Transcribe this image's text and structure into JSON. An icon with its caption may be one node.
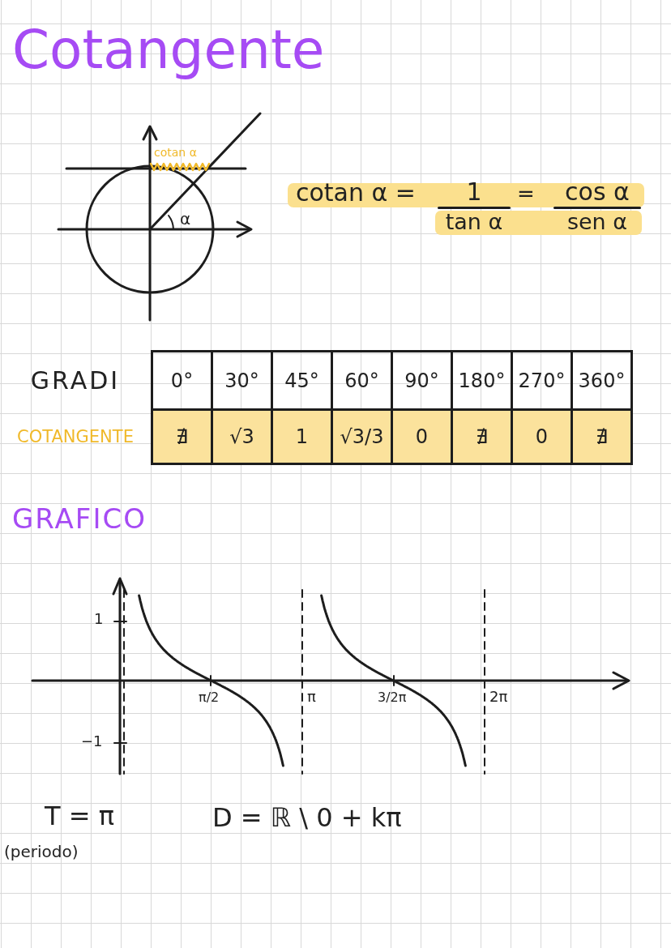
{
  "diagram": {
    "title": "Cotangente",
    "labels": [
      "cotan α",
      "α",
      "cotan α =",
      "1",
      "=",
      "cos α",
      "tan α",
      "sen α",
      "GRADI",
      "0°",
      "30°",
      "45°",
      "60°",
      "90°",
      "180°",
      "270°",
      "360°",
      "COTANGENTE",
      "∄",
      "√3",
      "1",
      "√3/3",
      "0",
      "∄",
      "0",
      "∄",
      "GRAFICO",
      "1",
      "π/2",
      "π",
      "3/2π",
      "2π",
      "−1",
      "T = π",
      "D = ℝ \\ 0 + kπ",
      "(periodo)"
    ]
  }
}
